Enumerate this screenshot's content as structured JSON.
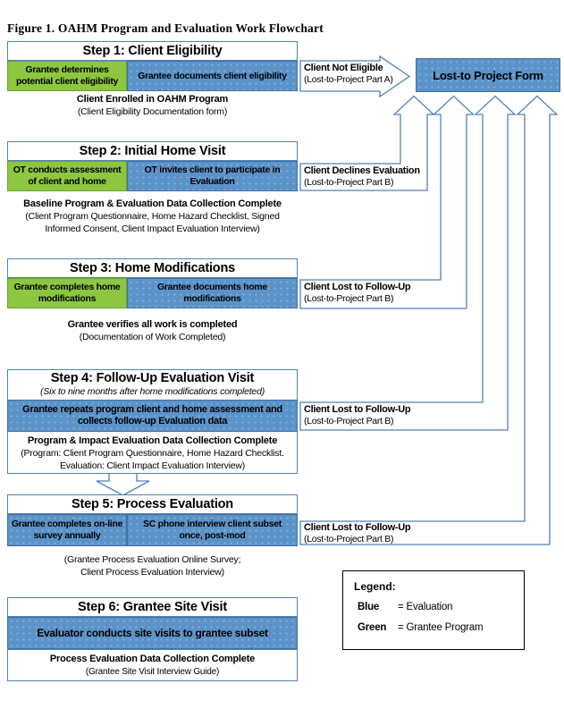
{
  "title": "Figure 1. OAHM Program and Evaluation Work Flowchart",
  "colors": {
    "green": "#8DC63F",
    "green_border": "#6FA033",
    "blue": "#5B93C9",
    "blue_border": "#41719C",
    "outline_blue": "#4F81BD",
    "text": "#000000"
  },
  "steps": [
    {
      "header": "Step 1: Client Eligibility",
      "left_box": "Grantee determines potential client eligibility",
      "right_box": "Grantee documents client eligibility",
      "caption": [
        "Client Enrolled in OAHM Program",
        "(Client Eligibility Documentation form)"
      ]
    },
    {
      "header": "Step 2: Initial Home Visit",
      "left_box": "OT conducts assessment of client and home",
      "right_box": "OT invites client to participate in Evaluation",
      "caption": [
        "Baseline Program & Evaluation Data Collection Complete",
        "(Client Program Questionnaire, Home Hazard Checklist, Signed",
        "Informed Consent, Client Impact Evaluation Interview)"
      ]
    },
    {
      "header": "Step 3: Home Modifications",
      "left_box": "Grantee completes home modifications",
      "right_box": "Grantee documents home modifications",
      "caption": [
        "Grantee verifies all work is completed",
        "(Documentation of Work Completed)"
      ]
    },
    {
      "header": "Step 4: Follow-Up Evaluation Visit",
      "header_note": "(Six to nine months after home modifications completed)",
      "bar": "Grantee repeats program client and home assessment and collects follow-up Evaluation data",
      "caption": [
        "Program & Impact Evaluation Data Collection Complete",
        "(Program: Client Program Questionnaire, Home Hazard Checklist.",
        "Evaluation:  Client Impact Evaluation Interview)"
      ]
    },
    {
      "header": "Step 5: Process Evaluation",
      "left_box": "Grantee completes on-line survey annually",
      "right_box": "SC phone interview client subset once, post-mod",
      "caption": [
        "(Grantee Process Evaluation Online Survey;",
        "Client Process Evaluation Interview)"
      ]
    },
    {
      "header": "Step 6: Grantee Site Visit",
      "bar": "Evaluator conducts site visits to grantee subset",
      "caption": [
        "Process Evaluation Data Collection Complete",
        "(Grantee Site Visit Interview Guide)"
      ]
    }
  ],
  "lost_form": {
    "label": "Lost-to Project Form"
  },
  "exits": [
    {
      "bold": "Client Not Eligible",
      "sub": "(Lost-to-Project Part A)"
    },
    {
      "bold": "Client Declines Evaluation",
      "sub": "(Lost-to-Project Part B)"
    },
    {
      "bold": "Client Lost to Follow-Up",
      "sub": "(Lost-to-Project Part B)"
    },
    {
      "bold": "Client Lost to Follow-Up",
      "sub": "(Lost-to-Project Part B)"
    },
    {
      "bold": "Client Lost to Follow-Up",
      "sub": "(Lost-to-Project Part B)"
    }
  ],
  "legend": {
    "title": "Legend:",
    "items": [
      {
        "key": "Blue",
        "value": "= Evaluation"
      },
      {
        "key": "Green",
        "value": "= Grantee Program"
      }
    ]
  }
}
